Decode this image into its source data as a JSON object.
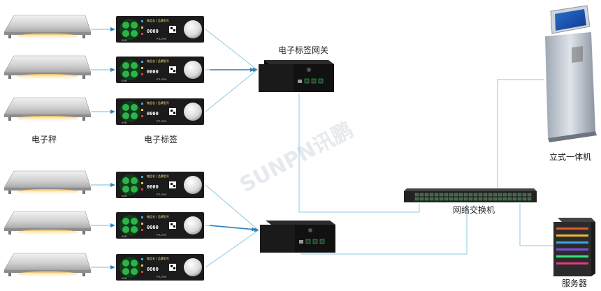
{
  "labels": {
    "scale": "电子秤",
    "tag": "电子标签",
    "gateway": "电子标签网关",
    "kiosk": "立式一体机",
    "switch": "网络交换机",
    "server": "服务器"
  },
  "tag_face": {
    "title": "物品名 / 品牌型号",
    "digits": "0000",
    "model": "PTL-P09",
    "brand_mark": "SUN"
  },
  "watermark": "SUNPN讯鹏",
  "colors": {
    "line": "#8ec9e3",
    "arrow": "#2f7fbf",
    "tag_body": "#1b1b1b",
    "tag_green": "#2fb24a",
    "tag_screen": "#1c4fc4",
    "gateway_body": "#161616",
    "switch_body": "#2a2a2a",
    "switch_port_led": "#27c24a",
    "server_body": "#2b2b2b"
  },
  "icons": {
    "scale": "scale-platform-icon",
    "tag": "electronic-tag-icon",
    "gateway": "gateway-box-icon",
    "switch": "network-switch-icon",
    "kiosk": "kiosk-icon",
    "server": "server-icon"
  }
}
